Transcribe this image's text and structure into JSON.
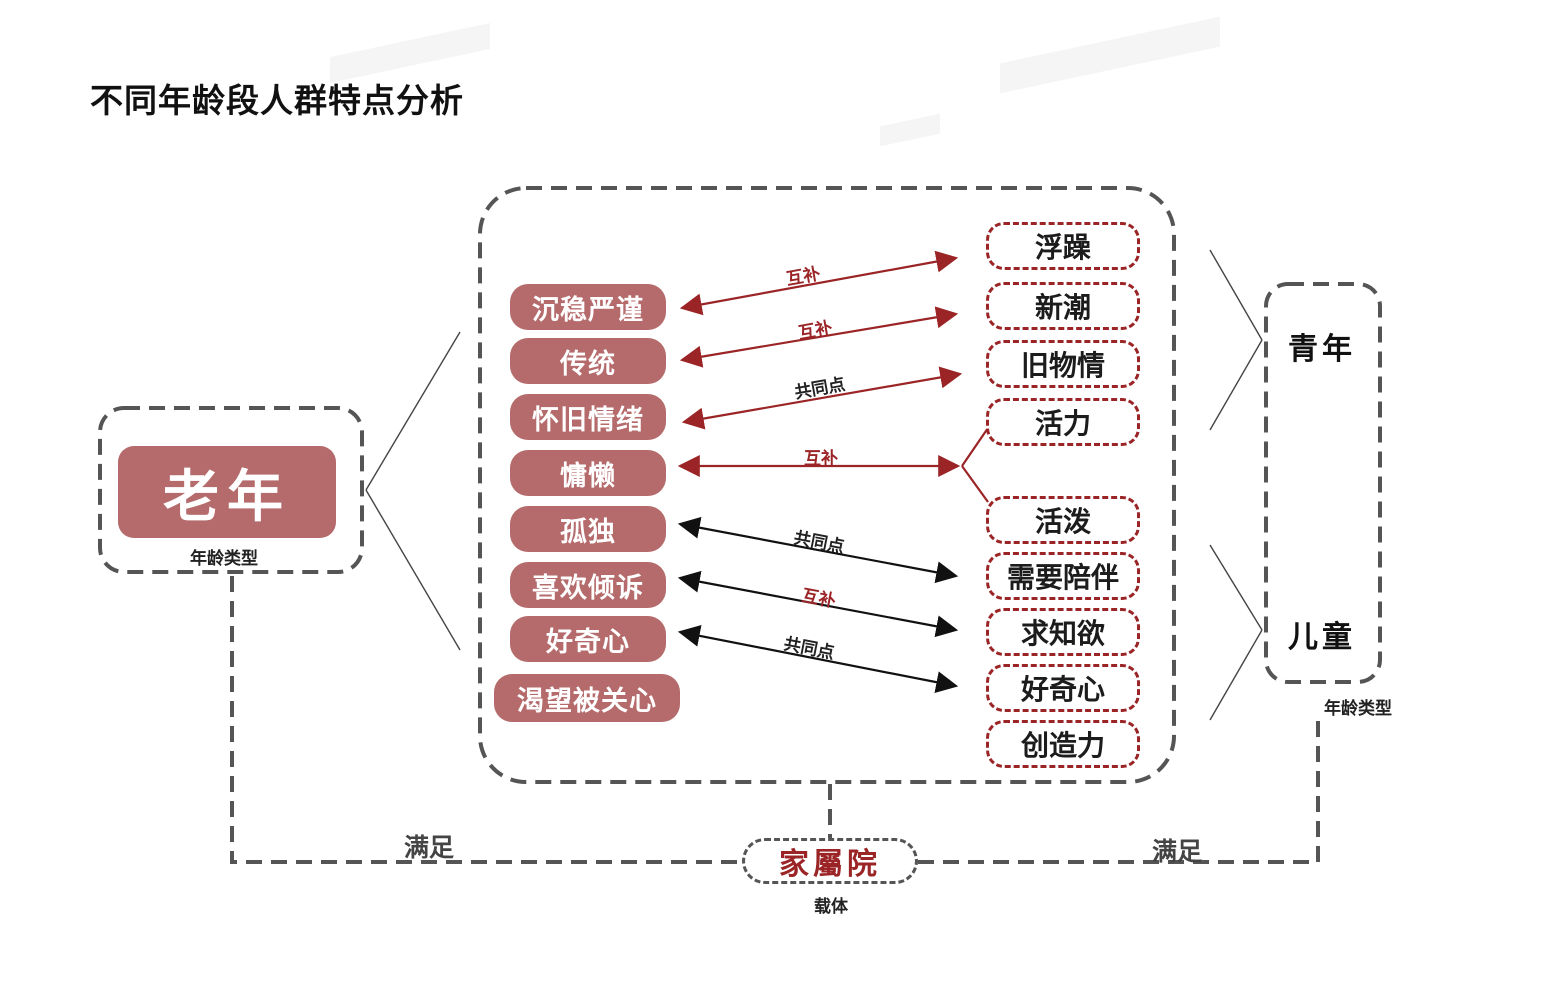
{
  "title": "不同年龄段人群特点分析",
  "elderly": {
    "name": "老年",
    "caption": "年龄类型"
  },
  "left_traits": [
    "沉稳严谨",
    "传统",
    "怀旧情绪",
    "慵懒",
    "孤独",
    "喜欢倾诉",
    "好奇心",
    "渴望被关心"
  ],
  "right_traits": [
    "浮躁",
    "新潮",
    "旧物情",
    "活力",
    "活泼",
    "需要陪伴",
    "求知欲",
    "好奇心",
    "创造力"
  ],
  "relations": [
    "互补",
    "互补",
    "共同点",
    "互补",
    "共同点",
    "互补",
    "共同点"
  ],
  "youth": {
    "name1": "青年",
    "name2": "儿童",
    "caption": "年龄类型"
  },
  "carrier": {
    "name": "家屬院",
    "caption": "载体"
  },
  "satisfy_left": "满足",
  "satisfy_right": "满足",
  "colors": {
    "pill": "#b56b6c",
    "accent": "#9b2426",
    "dash": "#555555"
  }
}
